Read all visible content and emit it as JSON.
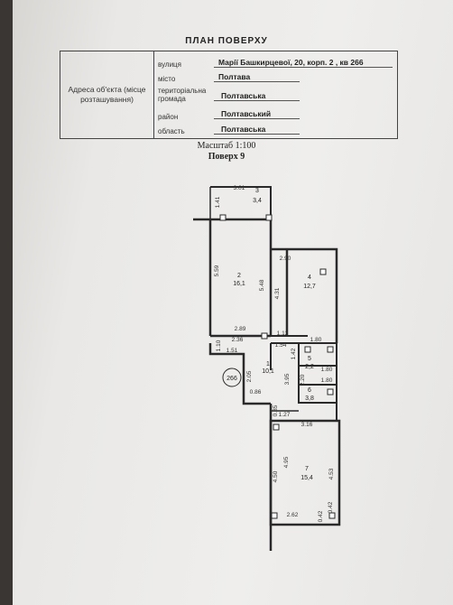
{
  "title": "ПЛАН ПОВЕРХУ",
  "address": {
    "label": "Адреса об'єкта (місце розташування)",
    "fields": [
      {
        "name": "вулиця",
        "value": "Марії Башкирцевої, 20,  корп. 2 , кв 266"
      },
      {
        "name": "місто",
        "value": "Полтава"
      },
      {
        "name": "територіальна громада",
        "value": "Полтавська"
      },
      {
        "name": "район",
        "value": "Полтавський"
      },
      {
        "name": "область",
        "value": "Полтавська"
      }
    ]
  },
  "scale": "Масштаб 1:100",
  "floor": "Поверх  9",
  "apartment_number": "266",
  "rooms": [
    {
      "no": "2",
      "area": "16,1"
    },
    {
      "no": "3",
      "area": "3,4"
    },
    {
      "no": "4",
      "area": "12,7"
    },
    {
      "no": "1",
      "area": "10,1"
    },
    {
      "no": "5",
      "area": "2,2"
    },
    {
      "no": "6",
      "area": "3,8"
    },
    {
      "no": "7",
      "area": "15,4"
    }
  ],
  "dimensions": [
    "3.01",
    "1.41",
    "5.59",
    "5.48",
    "2.89",
    "2.36",
    "1.12",
    "2.90",
    "4.31",
    "1.42",
    "1.80",
    "1.54",
    "1.10",
    "1.51",
    "2.05",
    "3.95",
    "2.20",
    "1.80",
    "1.80",
    "0.86",
    "0.85",
    "1.27",
    "3.16",
    "4.50",
    "4.95",
    "4.53",
    "0.42",
    "2.62",
    "0.42"
  ]
}
